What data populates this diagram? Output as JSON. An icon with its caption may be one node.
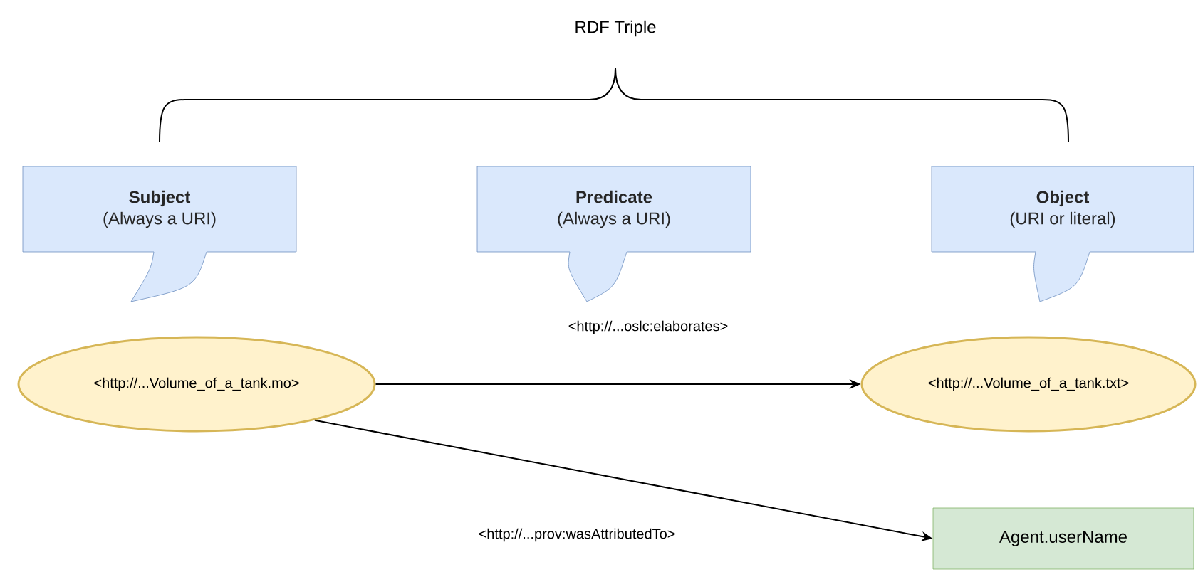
{
  "diagram": {
    "nodes": [
      {
        "text": [
          "Subject",
          "(Always a URI)"
        ]
      },
      {
        "text": [
          "Predicate",
          "(Always a URI)"
        ]
      },
      {
        "text": [
          "Object",
          "(URI or literal)"
        ]
      },
      {
        "text": [
          "<http://...Volume_of_a_tank.mo>"
        ]
      },
      {
        "text": [
          "<http://...Volume_of_a_tank.txt>"
        ]
      },
      {
        "text": [
          "Agent.userName"
        ]
      }
    ],
    "edges": [
      {
        "from": 3,
        "to": 4,
        "arrow": "to",
        "label": "<http://...oslc:elaborates>"
      },
      {
        "from": 3,
        "to": 5,
        "arrow": "to",
        "label": "<http://...prov:wasAttributedTo>"
      }
    ],
    "labels": [
      "RDF Triple"
    ]
  }
}
